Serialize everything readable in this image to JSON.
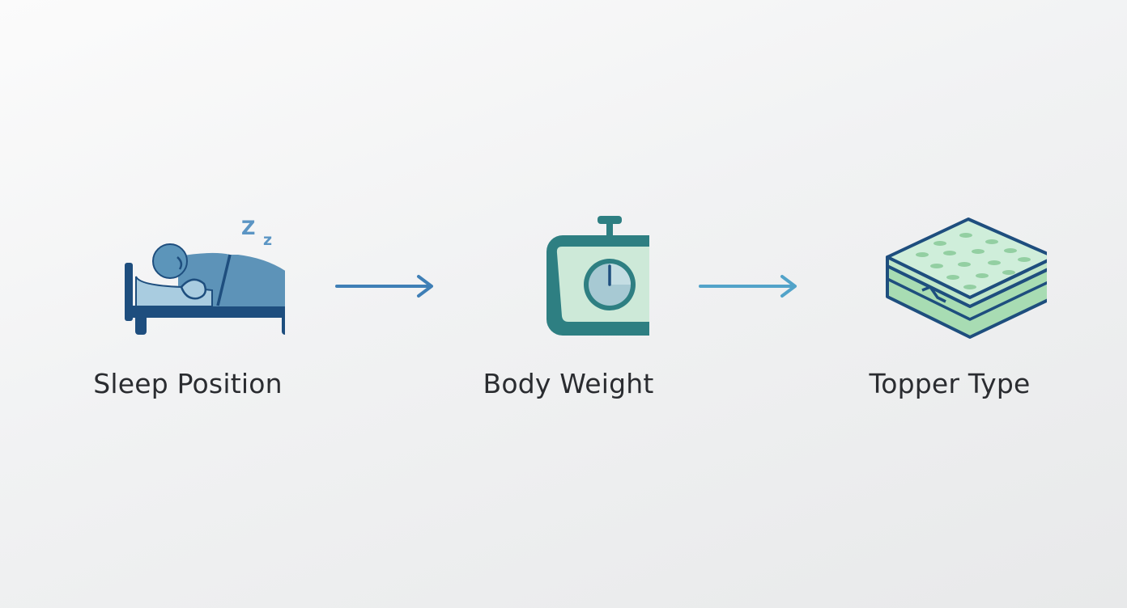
{
  "steps": [
    {
      "label": "Sleep Position",
      "icon": "sleeping-person-bed-icon"
    },
    {
      "label": "Body Weight",
      "icon": "weighing-scale-icon"
    },
    {
      "label": "Topper Type",
      "icon": "mattress-topper-icon"
    }
  ],
  "sleep_icon_text": "Z z",
  "colors": {
    "navy": "#1e4e7e",
    "teal": "#2e7f82",
    "blue": "#6aa4c6",
    "mint": "#cce8d5",
    "green": "#a8dcb3",
    "arrow_1": "#3f7fb6",
    "arrow_2": "#52a3c9",
    "label": "#2a2c30"
  }
}
